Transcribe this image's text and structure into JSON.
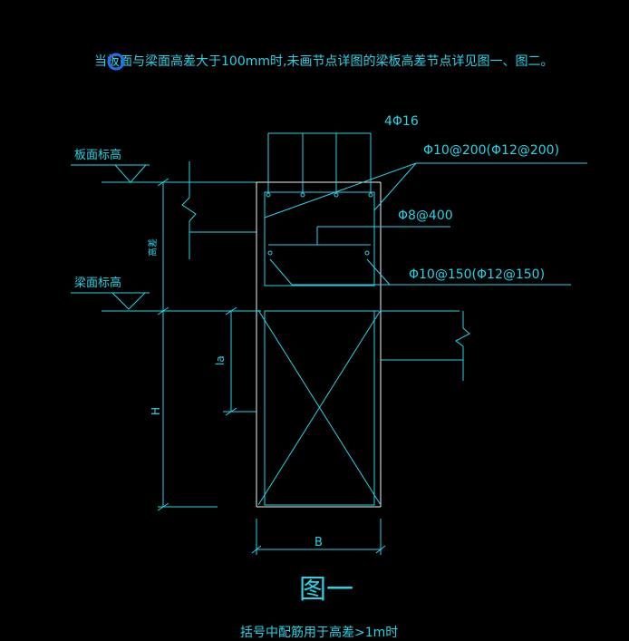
{
  "note": "当板面与梁面高差大于100mm时,未画节点详图的梁板高差节点详见图一、图二。",
  "labels": {
    "top_bars": "4Φ16",
    "stirrup_upper": "Φ10@200(Φ12@200)",
    "stirrup_mid": "Φ8@400",
    "stirrup_lower": "Φ10@150(Φ12@150)",
    "slab_level": "板面标高",
    "beam_level": "梁面标高",
    "height_diff": "高差",
    "la": "la",
    "H": "H",
    "B": "B",
    "figure_title": "图一",
    "footnote": "括号中配筋用于高差>1m时"
  },
  "colors": {
    "line": "#27d3e6",
    "text": "#27d3e6",
    "bg": "#000000",
    "white": "#f2f2f2",
    "cursor": "#1a73e8"
  }
}
